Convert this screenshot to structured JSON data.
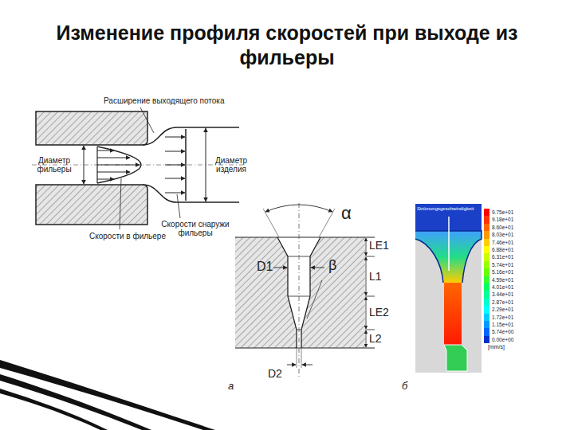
{
  "diagram": {
    "title": "Изменение профиля скоростей при выходе из фильеры",
    "labels": [
      "Расширение выходящего потока",
      "Диаметр фильеры",
      "Диаметр изделия",
      "Скорости в фильере",
      "Скорости снаружи фильеры",
      "α",
      "D1",
      "β",
      "LE1",
      "L1",
      "LE2",
      "L2",
      "D2",
      "а",
      "б",
      "Strömungsgeschwindigkeit",
      "[mm/s]"
    ],
    "legend": [
      {
        "text": "9.75e+01",
        "color": "#ff0000"
      },
      {
        "text": "9.18e+01",
        "color": "#ff3300"
      },
      {
        "text": "8.60e+01",
        "color": "#ff6600"
      },
      {
        "text": "8.03e+01",
        "color": "#ff9900"
      },
      {
        "text": "7.46e+01",
        "color": "#ffcc00"
      },
      {
        "text": "6.88e+01",
        "color": "#ffff00"
      },
      {
        "text": "6.31e+01",
        "color": "#ccff00"
      },
      {
        "text": "5.74e+01",
        "color": "#99ff00"
      },
      {
        "text": "5.16e+01",
        "color": "#66ff00"
      },
      {
        "text": "4.59e+01",
        "color": "#33ff33"
      },
      {
        "text": "4.01e+01",
        "color": "#00ff66"
      },
      {
        "text": "3.44e+01",
        "color": "#00ff99"
      },
      {
        "text": "2.87e+01",
        "color": "#00ffcc"
      },
      {
        "text": "2.29e+01",
        "color": "#00ffff"
      },
      {
        "text": "1.72e+01",
        "color": "#00ccff"
      },
      {
        "text": "1.15e+01",
        "color": "#0099ff"
      },
      {
        "text": "5.74e+00",
        "color": "#0066ff"
      },
      {
        "text": "0.00e+00",
        "color": "#0033cc"
      }
    ]
  }
}
